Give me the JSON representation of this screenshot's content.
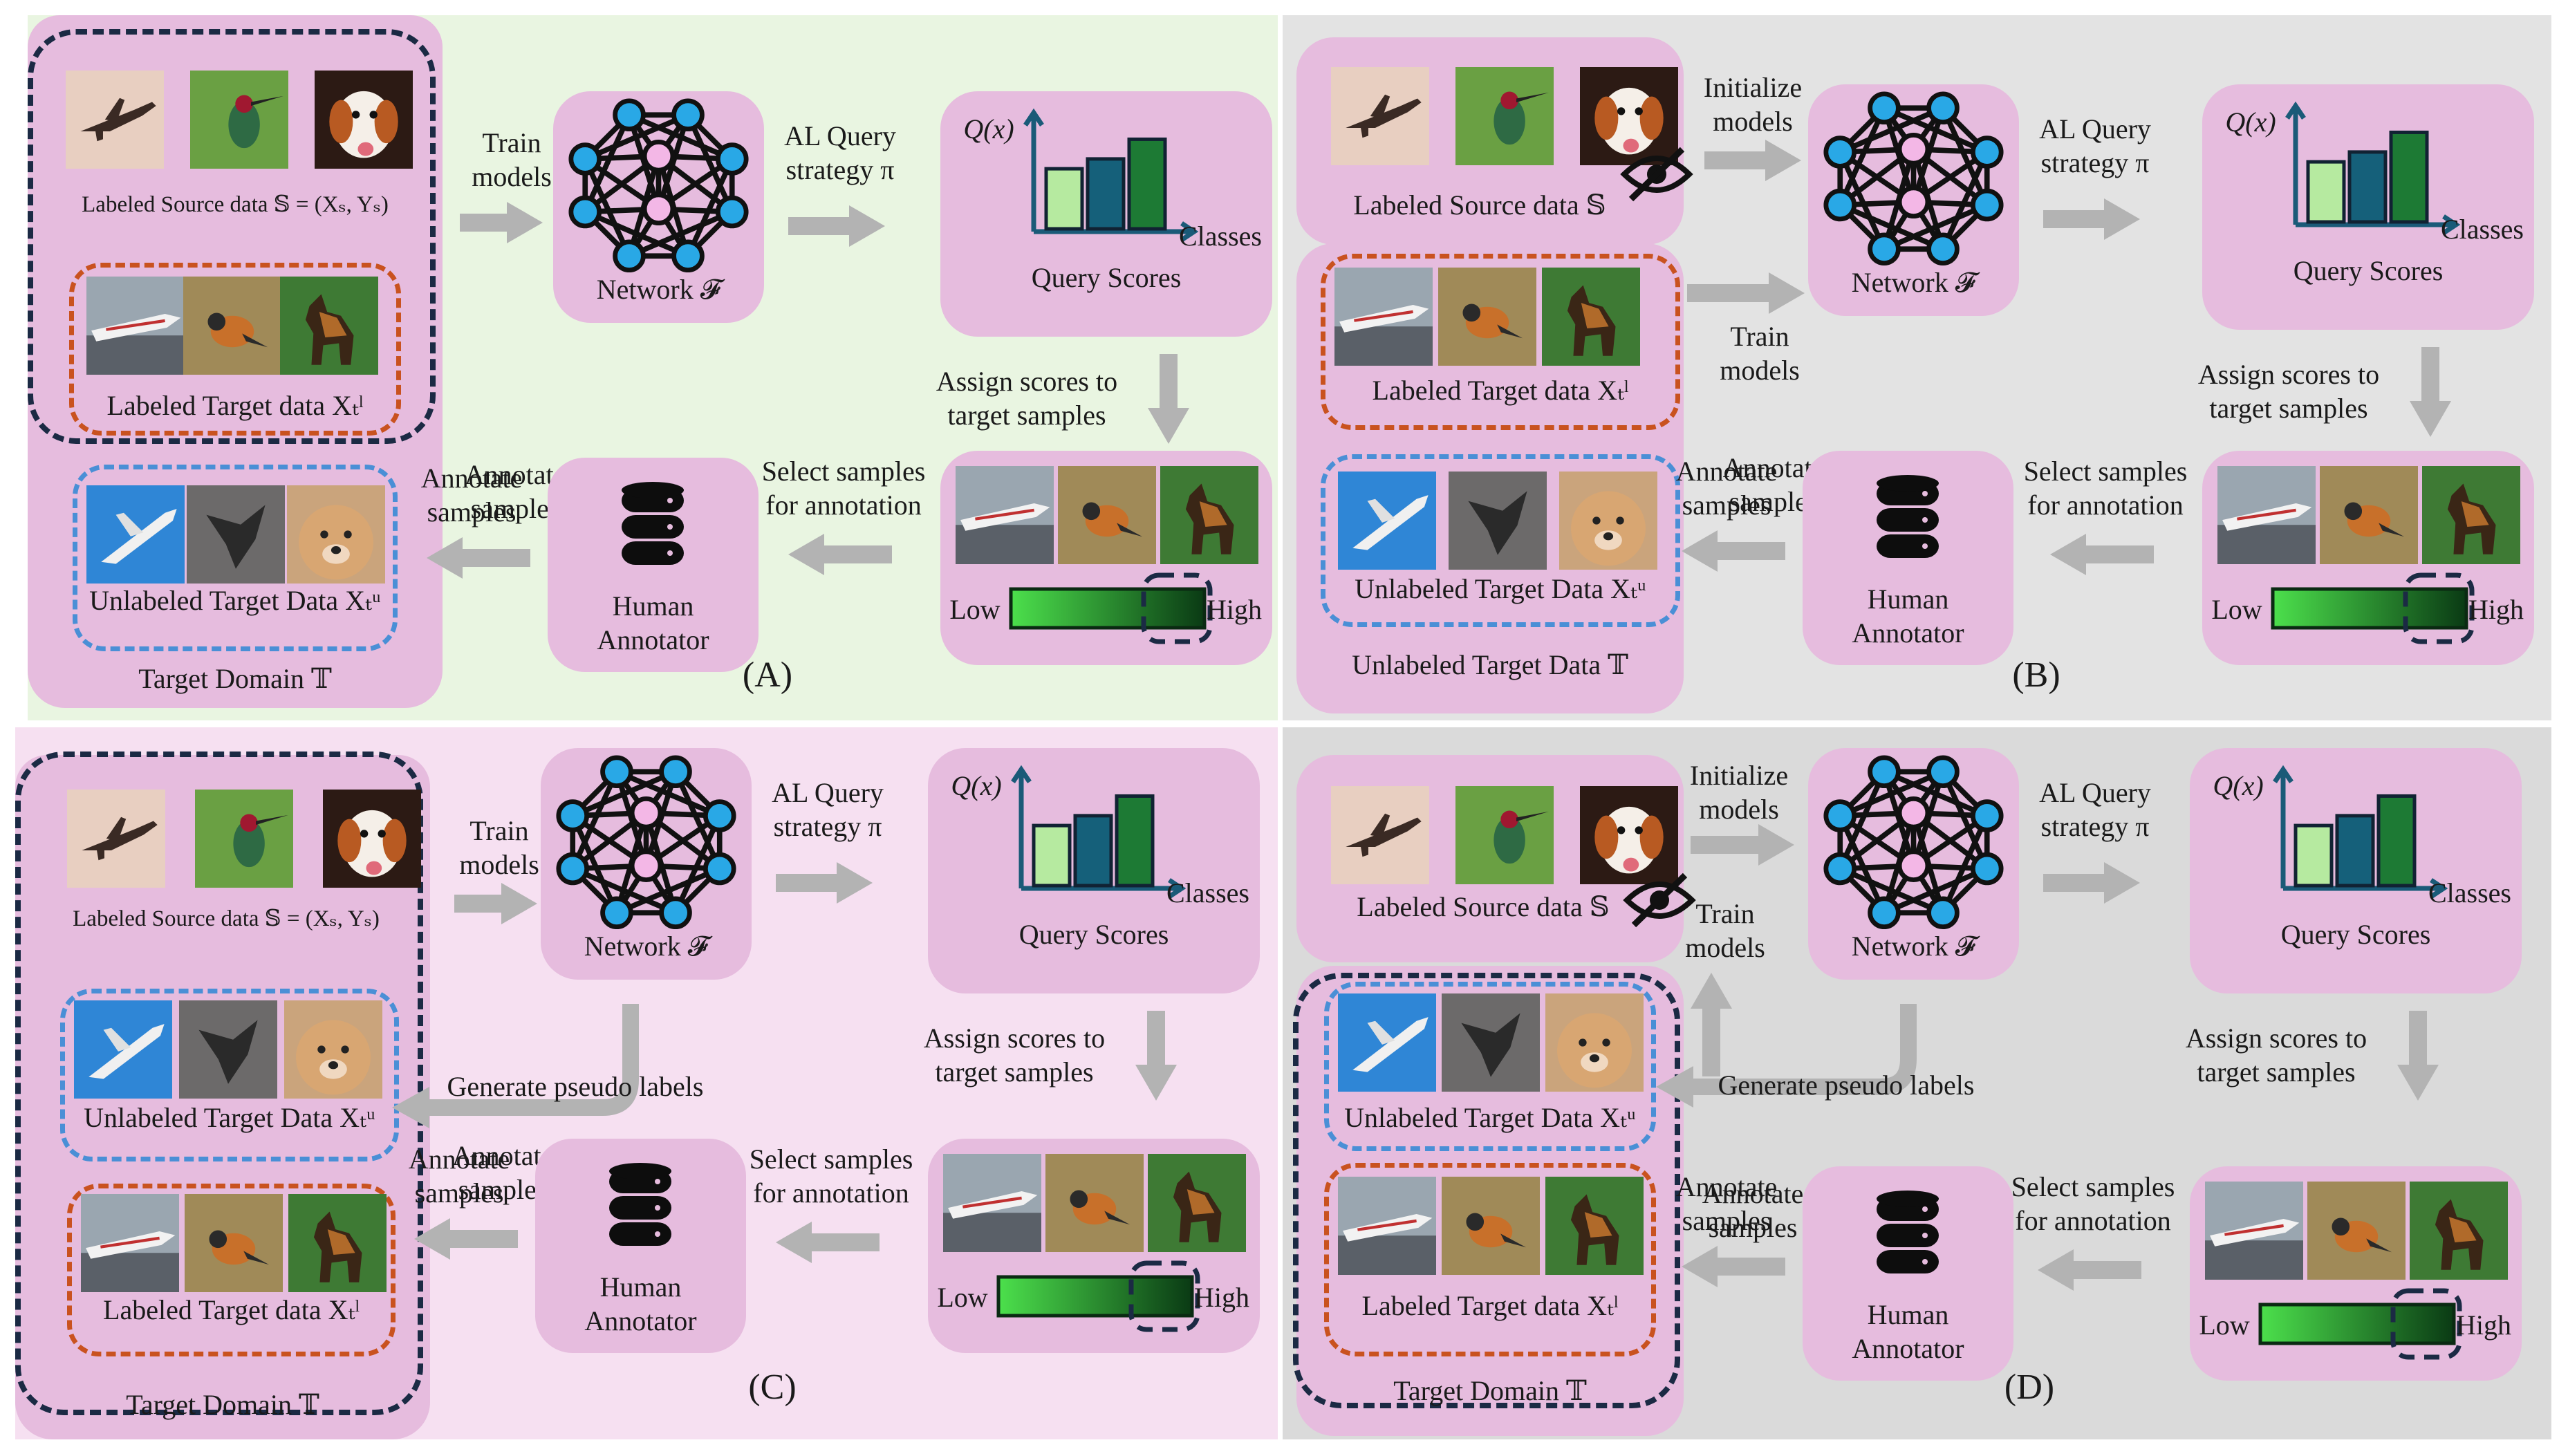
{
  "panels": [
    {
      "id": "A",
      "caption": "(A)",
      "background": "#e9f5e1",
      "source_label": "Labeled Source data 𝕊 = (X<sub>s</sub>, Y<sub>s</sub>)",
      "source_text": "Labeled Source data 𝕊 = (Xₛ, Yₛ)",
      "target_labeled": "Labeled Target data Xₜˡ",
      "target_unlabeled": "Unlabeled Target Data Xₜᵘ",
      "domain_label": "Target Domain 𝕋",
      "train": "Train\nmodels",
      "network": "Network 𝓕",
      "al_query": "AL Query\nstrategy π",
      "query_scores": "Query Scores",
      "qx": "Q(x)",
      "classes": "Classes",
      "assign": "Assign scores to\ntarget samples",
      "select": "Select samples\nfor annotation",
      "annotate": "Annotate\nsamples",
      "human": "Human\nAnnotator",
      "low": "Low",
      "high": "High"
    },
    {
      "id": "B",
      "caption": "(B)",
      "background": "#e3e3e3",
      "source_text": "Labeled Source data 𝕊",
      "initialize": "Initialize\nmodels",
      "train": "Train\nmodels",
      "target_labeled": "Labeled Target data Xₜˡ",
      "target_unlabeled": "Unlabeled Target Data Xₜᵘ",
      "domain_label": "Unlabeled Target Data 𝕋",
      "network": "Network 𝓕",
      "al_query": "AL Query\nstrategy π",
      "query_scores": "Query Scores",
      "qx": "Q(x)",
      "classes": "Classes",
      "assign": "Assign scores to\ntarget samples",
      "select": "Select samples\nfor annotation",
      "annotate": "Annotate\nsamples",
      "human": "Human\nAnnotator",
      "low": "Low",
      "high": "High"
    },
    {
      "id": "C",
      "caption": "(C)",
      "background": "#f6e0f1",
      "source_text": "Labeled Source data 𝕊 = (Xₛ, Yₛ)",
      "train": "Train\nmodels",
      "network": "Network 𝓕",
      "pseudo": "Generate pseudo labels",
      "target_unlabeled": "Unlabeled Target Data Xₜᵘ",
      "target_labeled": "Labeled Target data Xₜˡ",
      "domain_label": "Target Domain 𝕋",
      "al_query": "AL Query\nstrategy π",
      "query_scores": "Query Scores",
      "qx": "Q(x)",
      "classes": "Classes",
      "assign": "Assign scores to\ntarget samples",
      "select": "Select samples\nfor annotation",
      "annotate": "Annotate\nsamples",
      "human": "Human\nAnnotator",
      "low": "Low",
      "high": "High"
    },
    {
      "id": "D",
      "caption": "(D)",
      "background": "#dadada",
      "source_text": "Labeled Source data 𝕊",
      "initialize": "Initialize\nmodels",
      "train": "Train\nmodels",
      "network": "Network 𝓕",
      "pseudo": "Generate pseudo labels",
      "target_unlabeled": "Unlabeled Target Data Xₜᵘ",
      "target_labeled": "Labeled Target data Xₜˡ",
      "domain_label": "Target Domain 𝕋",
      "al_query": "AL Query\nstrategy π",
      "query_scores": "Query Scores",
      "qx": "Q(x)",
      "classes": "Classes",
      "assign": "Assign scores to\ntarget samples",
      "select": "Select samples\nfor annotation",
      "annotate": "Annotate\nsamples",
      "human": "Human\nAnnotator",
      "low": "Low",
      "high": "High"
    }
  ],
  "colors": {
    "box": "#e6bcde",
    "arrow": "#b3b3b3",
    "node_blue": "#29a8e6",
    "bar_light": "#b6eaa0",
    "bar_teal": "#15607a",
    "bar_green": "#1d7a34",
    "axis": "#1a5a78",
    "black_dash": "#1b2a44",
    "orange_dash": "#c9521f",
    "blue_dash": "#4a8fd6"
  },
  "chart_data": {
    "type": "bar",
    "categories": [
      "",
      "",
      ""
    ],
    "values": [
      0.55,
      0.64,
      0.82
    ],
    "ylabel": "Q(x)",
    "xlabel": "Classes"
  }
}
